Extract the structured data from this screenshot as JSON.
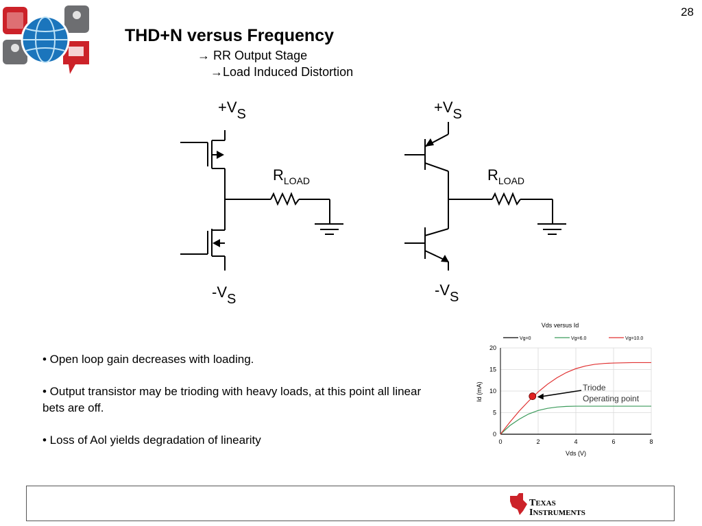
{
  "slide": {
    "page_number": "28",
    "title": "THD+N versus Frequency",
    "subtitle_1": "RR Output Stage",
    "subtitle_2": "Load Induced Distortion",
    "arrow_glyph": "→"
  },
  "schematic": {
    "vplus_main": "+V",
    "vplus_sub": "S",
    "vminus_main": "-V",
    "vminus_sub": "S",
    "rload_main": "R",
    "rload_sub": "LOAD"
  },
  "bullets": [
    "• Open loop gain decreases with loading.",
    "• Output transistor may be trioding with heavy loads, at this point all linear bets are off.",
    "• Loss of Aol yields degradation of linearity"
  ],
  "chart_data": {
    "type": "line",
    "title": "Vds versus Id",
    "xlabel": "Vds (V)",
    "ylabel": "Id (mA)",
    "xlim": [
      0,
      8
    ],
    "ylim": [
      0,
      20
    ],
    "xticks": [
      0,
      2,
      4,
      6,
      8
    ],
    "yticks": [
      0,
      5,
      10,
      15,
      20
    ],
    "grid": true,
    "legend_position": "top",
    "series": [
      {
        "name": "Vg=0",
        "color": "#000000",
        "x": [
          0,
          8
        ],
        "y": [
          0,
          0
        ]
      },
      {
        "name": "Vg=6.0",
        "color": "#3a9a5a",
        "x": [
          0,
          0.5,
          1.0,
          1.5,
          2.0,
          2.5,
          3.0,
          3.5,
          4.0,
          5.0,
          6.0,
          7.0,
          8.0
        ],
        "y": [
          0,
          2.0,
          3.5,
          4.7,
          5.5,
          6.0,
          6.3,
          6.45,
          6.5,
          6.5,
          6.5,
          6.5,
          6.5
        ]
      },
      {
        "name": "Vg=10.0",
        "color": "#e03030",
        "x": [
          0,
          0.5,
          1.0,
          1.5,
          2.0,
          2.5,
          3.0,
          3.5,
          4.0,
          4.5,
          5.0,
          5.5,
          6.0,
          7.0,
          8.0
        ],
        "y": [
          0,
          2.8,
          5.4,
          7.7,
          9.8,
          11.6,
          13.1,
          14.3,
          15.2,
          15.8,
          16.2,
          16.4,
          16.5,
          16.6,
          16.6
        ]
      }
    ],
    "operating_point": {
      "x": 1.7,
      "y": 8.8,
      "color": "#e02020"
    },
    "annotation_1": "Triode",
    "annotation_2": "Operating point"
  },
  "logo_colors": {
    "red": "#cc2229",
    "gray": "#6d6e71",
    "blue": "#1b75bc"
  }
}
